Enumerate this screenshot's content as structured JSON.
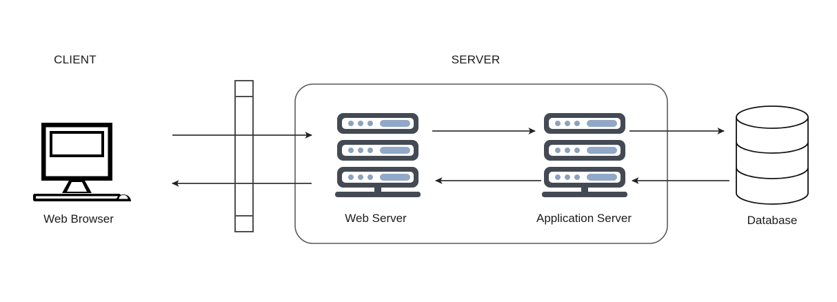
{
  "diagram": {
    "type": "architecture-flow",
    "title_client": "CLIENT",
    "title_server": "SERVER",
    "nodes": [
      {
        "id": "web-browser",
        "label": "Web Browser",
        "icon": "desktop-monitor-icon",
        "zone": "client"
      },
      {
        "id": "firewall",
        "label": "",
        "icon": "firewall-barrier-icon",
        "zone": "between"
      },
      {
        "id": "web-server",
        "label": "Web Server",
        "icon": "server-rack-icon",
        "zone": "server"
      },
      {
        "id": "application-server",
        "label": "Application Server",
        "icon": "server-rack-icon",
        "zone": "server"
      },
      {
        "id": "database",
        "label": "Database",
        "icon": "database-cylinder-icon",
        "zone": "data"
      }
    ],
    "flows": [
      {
        "id": "request-client-to-web",
        "from": "web-browser",
        "to": "web-server",
        "direction": "right"
      },
      {
        "id": "response-web-to-client",
        "from": "web-server",
        "to": "web-browser",
        "direction": "left"
      },
      {
        "id": "request-web-to-app",
        "from": "web-server",
        "to": "application-server",
        "direction": "right"
      },
      {
        "id": "response-app-to-web",
        "from": "application-server",
        "to": "web-server",
        "direction": "left"
      },
      {
        "id": "request-app-to-db",
        "from": "application-server",
        "to": "database",
        "direction": "right"
      },
      {
        "id": "response-db-to-app",
        "from": "database",
        "to": "application-server",
        "direction": "left"
      }
    ],
    "colors": {
      "background": "#ffffff",
      "text": "#1a1a1a",
      "arrow": "#333333",
      "container_border": "#595959",
      "server_icon_body": "#434a54",
      "server_icon_accent": "#91a8c6",
      "icon_black": "#000000"
    }
  }
}
